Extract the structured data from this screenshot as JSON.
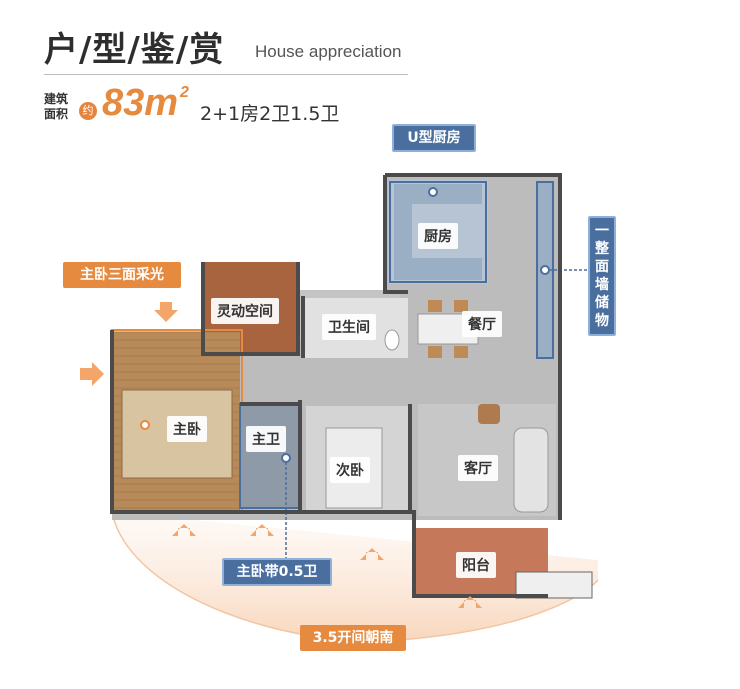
{
  "header": {
    "title_cn": "户/型/鉴/赏",
    "title_en": "House appreciation"
  },
  "area": {
    "label_line1": "建筑",
    "label_line2": "面积",
    "approx": "约",
    "value": "83m",
    "unit_sup": "2",
    "layout": "2+1房2卫1.5卫"
  },
  "rooms": {
    "kitchen": "厨房",
    "flex_space": "灵动空间",
    "bathroom": "卫生间",
    "dining": "餐厅",
    "master_bedroom": "主卧",
    "master_bath": "主卫",
    "second_bedroom": "次卧",
    "living_room": "客厅",
    "balcony": "阳台"
  },
  "callouts": {
    "u_kitchen": "U型厨房",
    "storage_wall": "一整面墙储物",
    "master_three_light": "主卧三面采光",
    "master_half_bath": "主卧带0.5卫",
    "south_width": "3.5开间朝南"
  },
  "colors": {
    "accent_orange": "#e58a3f",
    "accent_blue": "#4a6f9f",
    "floor_gray": "#bcbcbc",
    "wall_dark": "#4b4b4b"
  }
}
